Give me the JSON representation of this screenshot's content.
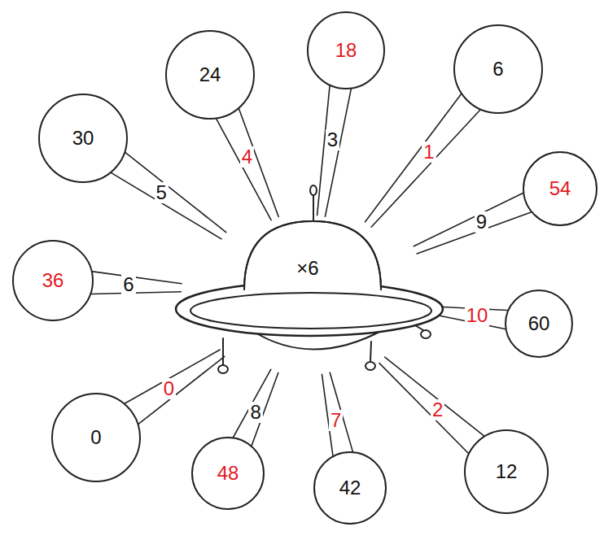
{
  "diagram": {
    "nodes": [
      {
        "text": [
          "18"
        ]
      },
      {
        "text": [
          "6"
        ]
      },
      {
        "text": [
          "24"
        ]
      },
      {
        "text": [
          "30"
        ]
      },
      {
        "text": [
          "54"
        ]
      },
      {
        "text": [
          "×6"
        ]
      },
      {
        "text": [
          "36"
        ]
      },
      {
        "text": [
          "60"
        ]
      },
      {
        "text": [
          "0"
        ]
      },
      {
        "text": [
          "12"
        ]
      },
      {
        "text": [
          "48"
        ]
      },
      {
        "text": [
          "42"
        ]
      }
    ],
    "edges": [
      {
        "from": 0,
        "to": 5,
        "label": "3",
        "arrow": "none"
      },
      {
        "from": 1,
        "to": 5,
        "label": "1",
        "arrow": "none"
      },
      {
        "from": 2,
        "to": 5,
        "label": "4",
        "arrow": "none"
      },
      {
        "from": 3,
        "to": 5,
        "label": "5",
        "arrow": "none"
      },
      {
        "from": 4,
        "to": 5,
        "label": "9",
        "arrow": "none"
      },
      {
        "from": 6,
        "to": 5,
        "label": "6",
        "arrow": "none"
      },
      {
        "from": 7,
        "to": 5,
        "label": "10",
        "arrow": "none"
      },
      {
        "from": 8,
        "to": 5,
        "label": "0",
        "arrow": "none"
      },
      {
        "from": 9,
        "to": 5,
        "label": "2",
        "arrow": "none"
      },
      {
        "from": 10,
        "to": 5,
        "label": "8",
        "arrow": "none"
      },
      {
        "from": 11,
        "to": 5,
        "label": "7",
        "arrow": "none"
      }
    ]
  }
}
